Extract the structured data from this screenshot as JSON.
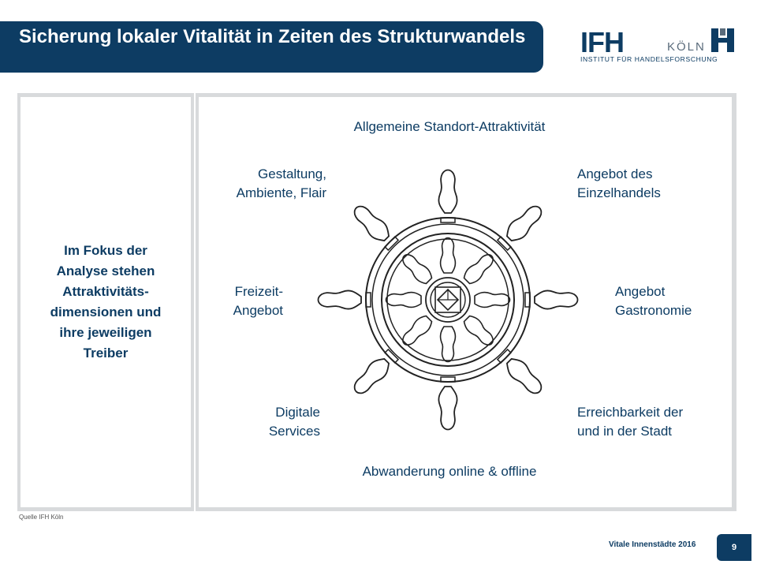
{
  "header": {
    "title": "Sicherung lokaler Vitalität in Zeiten des Strukturwandels"
  },
  "logo": {
    "letters": "IFH",
    "city": "KÖLN",
    "subtitle": "INSTITUT FÜR HANDELSFORSCHUNG",
    "icon": "ifh-logo"
  },
  "left_panel": {
    "text": "Im Fokus der\nAnalyse stehen\nAttraktivitäts-\ndimensionen und\nihre jeweiligen\nTreiber"
  },
  "wheel": {
    "icon": "ships-wheel-icon",
    "labels": {
      "top": "Allgemeine Standort-Attraktivität",
      "top_left": "Gestaltung,\nAmbiente, Flair",
      "top_right": "Angebot des\nEinzelhandels",
      "left": "Freizeit-\nAngebot",
      "right": "Angebot\nGastronomie",
      "bottom_left": "Digitale\nServices",
      "bottom_right": "Erreichbarkeit der\nund in der Stadt",
      "bottom": "Abwanderung online & offline"
    }
  },
  "footer": {
    "source": "Quelle IFH Köln",
    "event": "Vitale Innenstädte 2016",
    "page": "9"
  },
  "colors": {
    "brand": "#0d3c63",
    "panel_border": "#d8dadc"
  }
}
